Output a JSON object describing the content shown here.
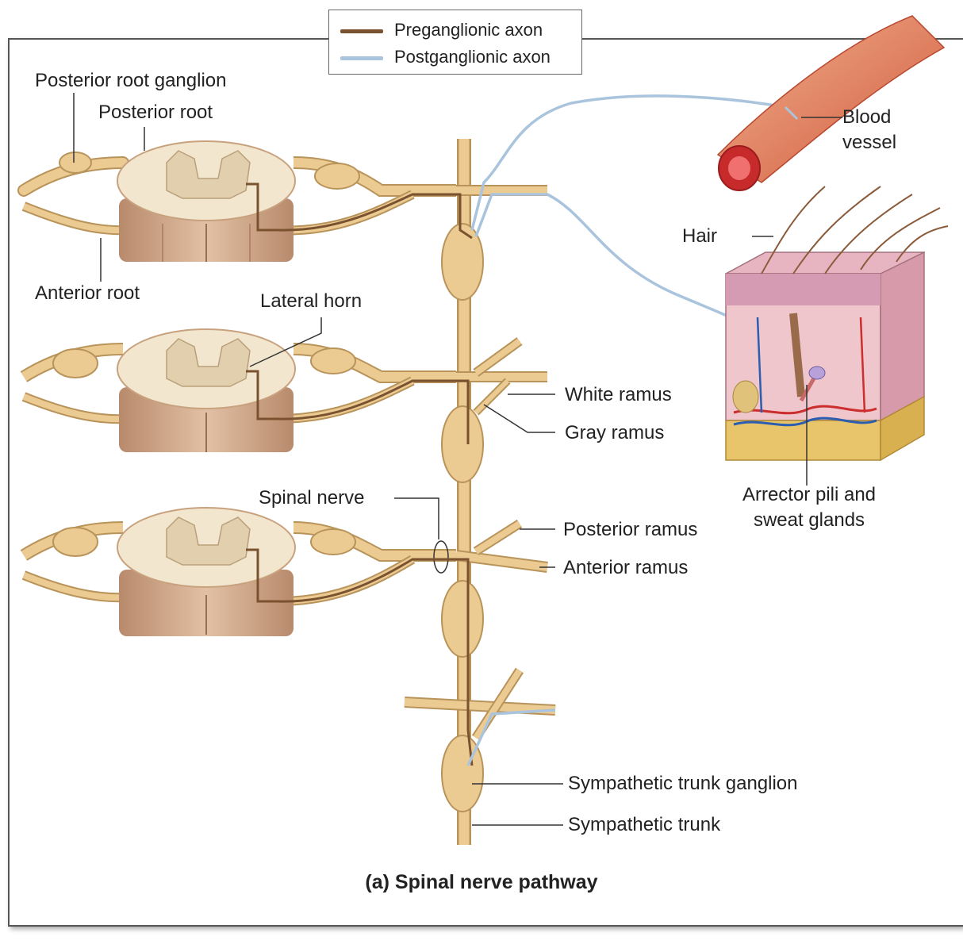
{
  "legend": {
    "preganglionic": "Preganglionic axon",
    "postganglionic": "Postganglionic axon"
  },
  "labels": {
    "posterior_root_ganglion": "Posterior root ganglion",
    "posterior_root": "Posterior root",
    "anterior_root": "Anterior root",
    "lateral_horn": "Lateral horn",
    "white_ramus": "White ramus",
    "gray_ramus": "Gray ramus",
    "spinal_nerve": "Spinal nerve",
    "posterior_ramus": "Posterior ramus",
    "anterior_ramus": "Anterior ramus",
    "sympathetic_trunk_ganglion": "Sympathetic trunk ganglion",
    "sympathetic_trunk": "Sympathetic trunk",
    "blood_vessel": "Blood vessel",
    "hair": "Hair",
    "arrector_pili": "Arrector pili and sweat glands"
  },
  "caption": "(a) Spinal nerve pathway",
  "colors": {
    "preganglionic": "#7a5230",
    "postganglionic": "#a9c4dc",
    "nerve": "#e8c88e",
    "nerve_outline": "#b8935a",
    "cord_white": "#f1e6cf",
    "cord_side": "#c9a083",
    "vessel": "#d9694c",
    "skin": "#d99aa6",
    "fat": "#e7c56a"
  }
}
